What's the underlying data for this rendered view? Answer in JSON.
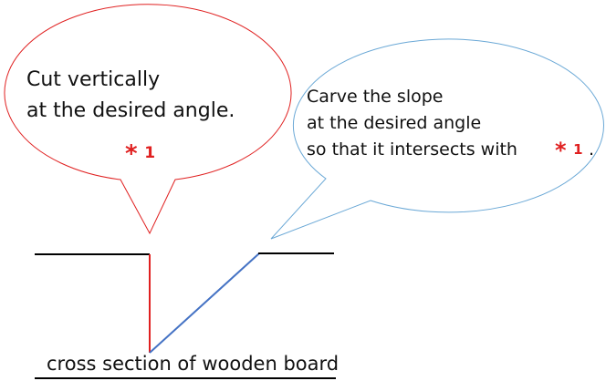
{
  "bubble_left": {
    "line1": "Cut vertically",
    "line2": "at the desired angle.",
    "marker_star": "*",
    "marker_num": "1"
  },
  "bubble_right": {
    "line1": "Carve the slope",
    "line2": "at the desired angle",
    "line3_text": "so that it intersects with",
    "marker_star": "*",
    "marker_num": "1",
    "line3_end": "."
  },
  "caption": "cross section of wooden board",
  "colors": {
    "left_bubble_stroke": "#e02020",
    "right_bubble_stroke": "#6aa8d6",
    "marker": "#e02020",
    "vertical_cut": "#e02020",
    "slope_cut": "#4472c4",
    "board_edges": "#000000"
  }
}
